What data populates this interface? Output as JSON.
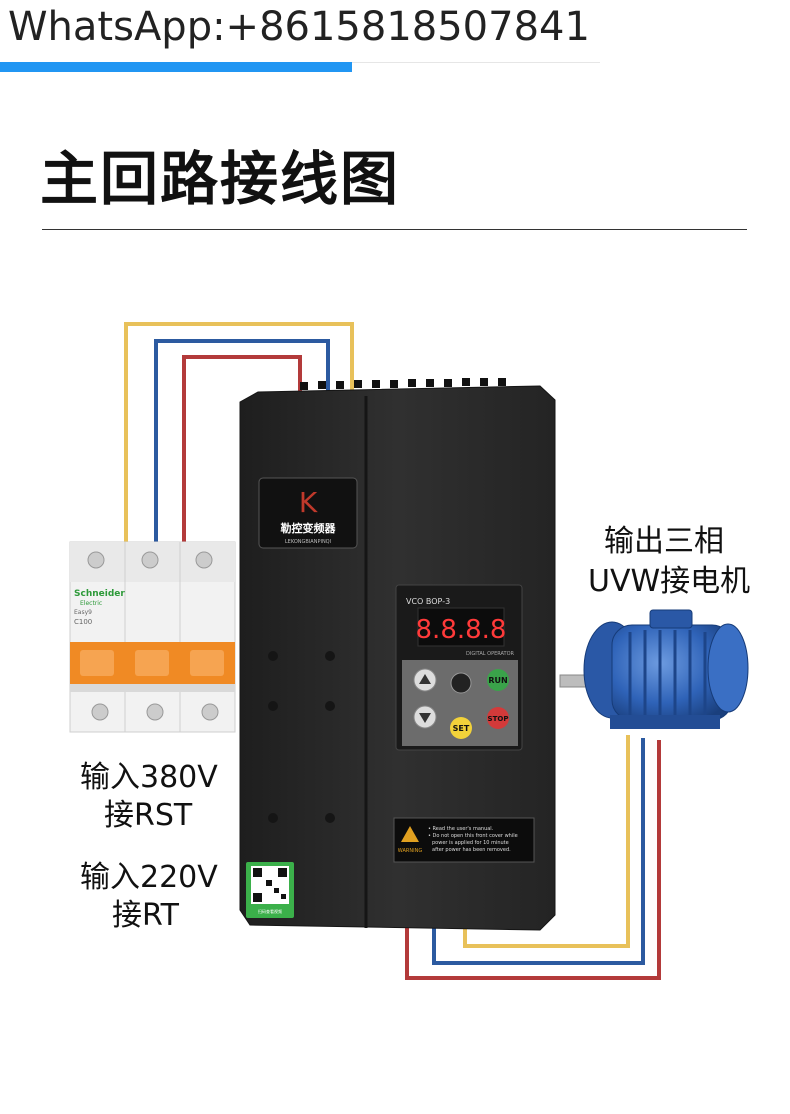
{
  "watermark": {
    "text": "WhatsApp:+8615818507841"
  },
  "title": "主回路接线图",
  "labels": {
    "input_380_line1": "输入380V",
    "input_380_line2": "接RST",
    "input_220_line1": "输入220V",
    "input_220_line2": "接RT",
    "output_line1": "输出三相",
    "output_line2": "UVW接电机"
  },
  "inverter": {
    "brand_letter": "K",
    "brand_name": "勒控变频器",
    "brand_pinyin": "LEKONGBIANPINQI",
    "panel_model": "VCO BOP-3",
    "display": "8.8.8.8",
    "panel_caption": "DIGITAL OPERATOR",
    "run_label": "RUN",
    "stop_label": "STOP",
    "set_label": "SET",
    "warning_title": "WARNING",
    "warning_lines": [
      "• Read the user's manual.",
      "• Do not open this front cover while",
      "power is applied for 10 minute",
      "after power has been removed."
    ],
    "qr_caption": "扫码查看视频"
  },
  "breaker": {
    "brand": "Schneider",
    "brand_sub": "Electric",
    "series": "Easy9",
    "rating": "C100"
  },
  "colors": {
    "wire_yellow": "#e8c15a",
    "wire_blue": "#2c5aa0",
    "wire_red": "#b33a3a",
    "inverter_body": "#2b2b2b",
    "breaker_orange": "#f08a24",
    "motor_blue": "#2f63b8",
    "accent_blue": "#2196f3"
  }
}
